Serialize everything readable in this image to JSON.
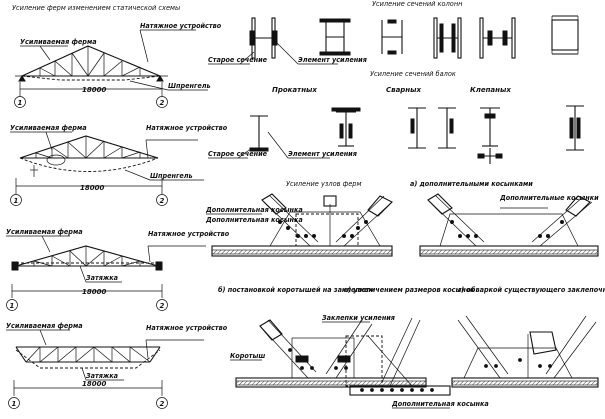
{
  "headings": {
    "truss_scheme": "Усиление ферм изменением статической схемы",
    "columns": "Усиление сечений колонн",
    "beams": "Усиление сечений балок",
    "beams_rolled": "Прокатных",
    "beams_welded": "Сварных",
    "beams_riveted": "Клепаных",
    "nodes": "Усиление узлов ферм",
    "node_a": "а) дополнительными косынками",
    "node_b": "б) постановкой коротышей на заклепках",
    "node_v": "в) увеличением размеров косынок",
    "node_g": "г) обваркой существующего заклепочного соединения"
  },
  "labels": {
    "reinforced_truss": "Усиливаемая ферма",
    "tension_device": "Натяжное устройство",
    "sprengel": "Шпренгель",
    "tie": "Затяжка",
    "old_section": "Старое сечение",
    "reinforcement_element": "Элемент усиления",
    "extra_gusset": "Дополнительная косынка",
    "extra_gussets": "Дополнительные косынки",
    "short_piece": "Коротыш",
    "reinforcement_rivets": "Заклепки усиления"
  },
  "dimensions": {
    "span": "18000",
    "axis_1": "1",
    "axis_2": "2"
  }
}
